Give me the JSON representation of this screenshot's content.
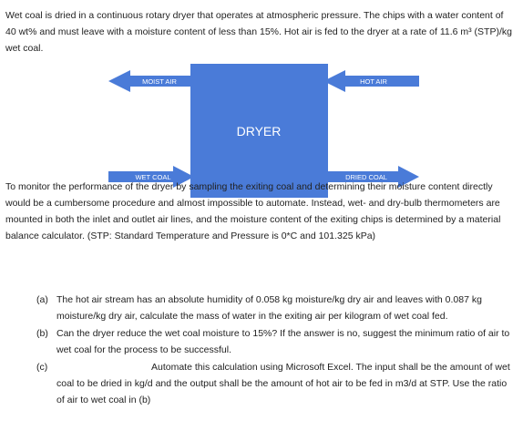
{
  "intro": "Wet coal is dried in a continuous rotary dryer that operates at atmospheric pressure. The chips with a water content of 40 wt% and must leave with a moisture content of less than 15%. Hot air is fed to the dryer at a rate of 11.6 m³ (STP)/kg wet coal.",
  "diagram": {
    "dryer_label": "DRYER",
    "moist_air": "MOIST AIR",
    "hot_air": "HOT AIR",
    "wet_coal": "WET COAL",
    "dried_coal": "DRIED COAL",
    "colors": {
      "box": "#4a7bd8",
      "arrow": "#4a7bd8",
      "text": "#ffffff"
    }
  },
  "monitor": "To monitor the performance of the dryer by sampling the exiting coal and determining their moisture content directly would be a cumbersome procedure and almost impossible to automate. Instead, wet- and dry-bulb thermometers are mounted in both the inlet and outlet air lines, and the moisture content of the exiting chips is determined by a material balance calculator. (STP: Standard Temperature and Pressure is 0*C and 101.325 kPa)",
  "questions": [
    {
      "label": "(a)",
      "text": "The hot air stream has an absolute humidity of 0.058 kg moisture/kg dry air and leaves with 0.087 kg moisture/kg dry air, calculate the mass of water in the exiting air per kilogram of wet coal fed."
    },
    {
      "label": "(b)",
      "text": "Can the dryer reduce the wet coal moisture to 15%? If the answer is no, suggest the minimum ratio of air to wet coal for the process to be successful."
    },
    {
      "label": "(c)",
      "text": "Automate this calculation using Microsoft Excel. The input shall be the amount of wet coal to be dried in kg/d and the output shall be the amount of hot air to be fed in m3/d at STP. Use the ratio of air to wet coal in (b)"
    }
  ]
}
